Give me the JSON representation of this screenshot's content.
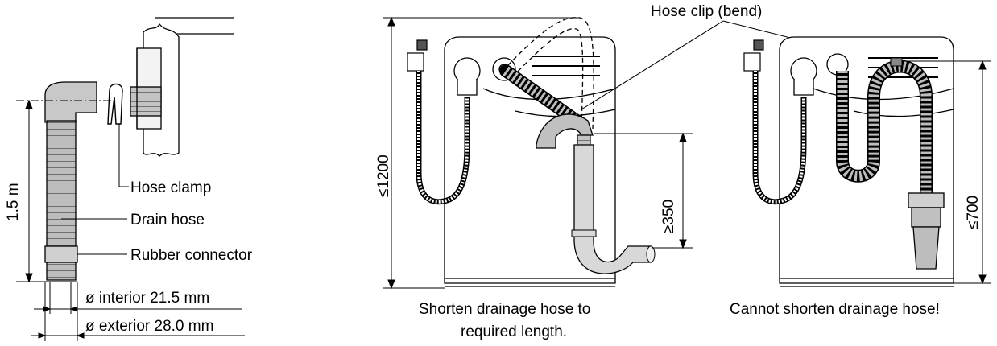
{
  "labels": {
    "hose_clip_bend": "Hose clip (bend)",
    "hose_clamp": "Hose clamp",
    "drain_hose": "Drain hose",
    "rubber_connector": "Rubber connector",
    "interior": "ø interior 21.5 mm",
    "exterior": "ø exterior 28.0 mm",
    "height_left": "1.5 m",
    "max_1200": "≤1200",
    "min_350": "≥350",
    "max_700": "≤700"
  },
  "captions": {
    "middle_line1": "Shorten drainage hose to",
    "middle_line2": "required length.",
    "right": "Cannot shorten drainage hose!"
  }
}
